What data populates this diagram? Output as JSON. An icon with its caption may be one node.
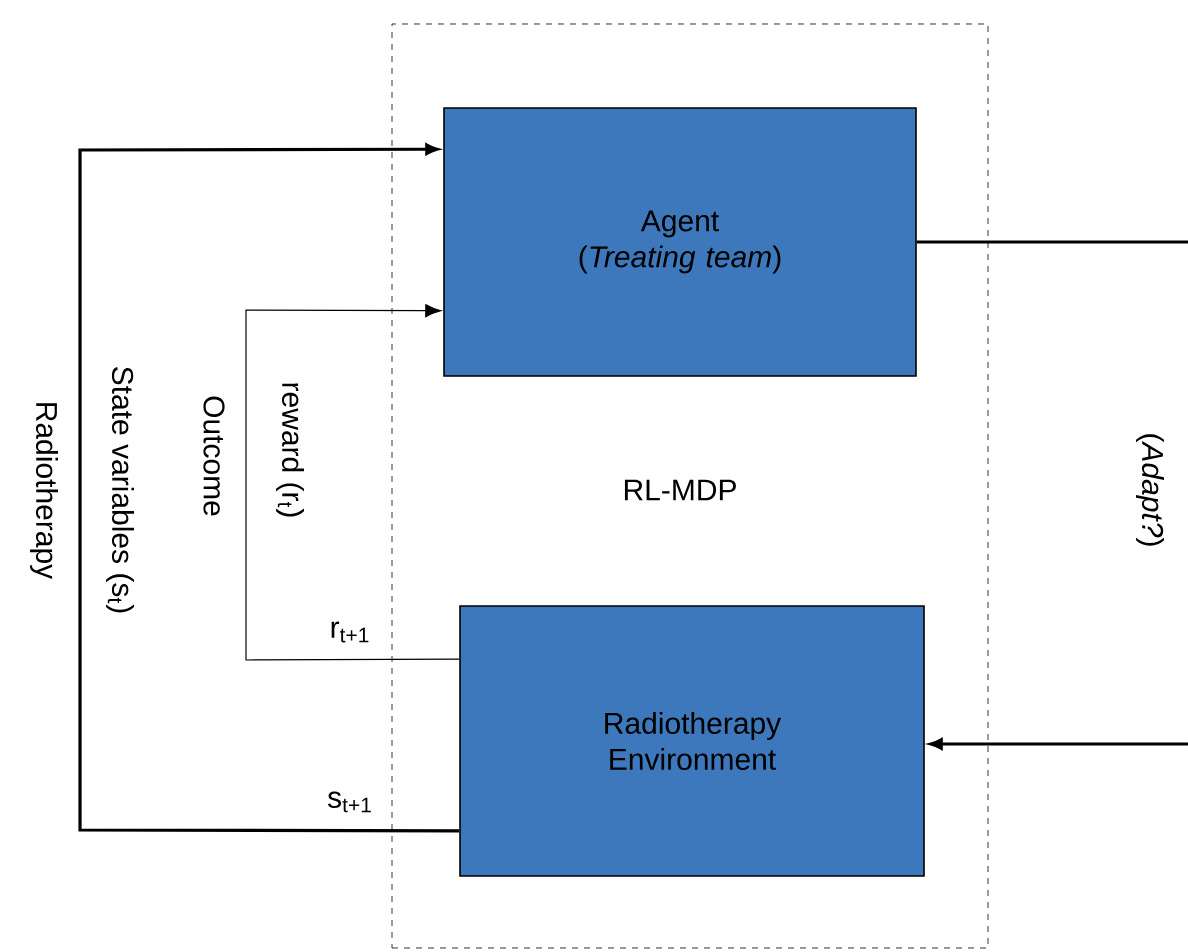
{
  "diagram": {
    "nodes": [
      {
        "text": [
          "RL-MDP"
        ]
      },
      {
        "text": [
          "Agent",
          "(*Treating team*)"
        ],
        "in": 0
      },
      {
        "text": [
          "Radiotherapy Environment"
        ],
        "in": 0
      }
    ],
    "edges": [
      {
        "from": 2,
        "to": 1,
        "arrow": "to",
        "label": "s$_{t+1}$"
      },
      {
        "from": 2,
        "to": 1,
        "arrow": "to",
        "label": "r$_{t+1}$"
      },
      {
        "from": 1,
        "to": null,
        "arrow": "none"
      },
      {
        "from": null,
        "to": 2,
        "arrow": "to"
      }
    ],
    "labels": [
      "Radiotherapy",
      "State variables (s$_{t}$)",
      "Outcome",
      "reward (r$_{t}$)",
      "(*Adapt?*)"
    ]
  }
}
